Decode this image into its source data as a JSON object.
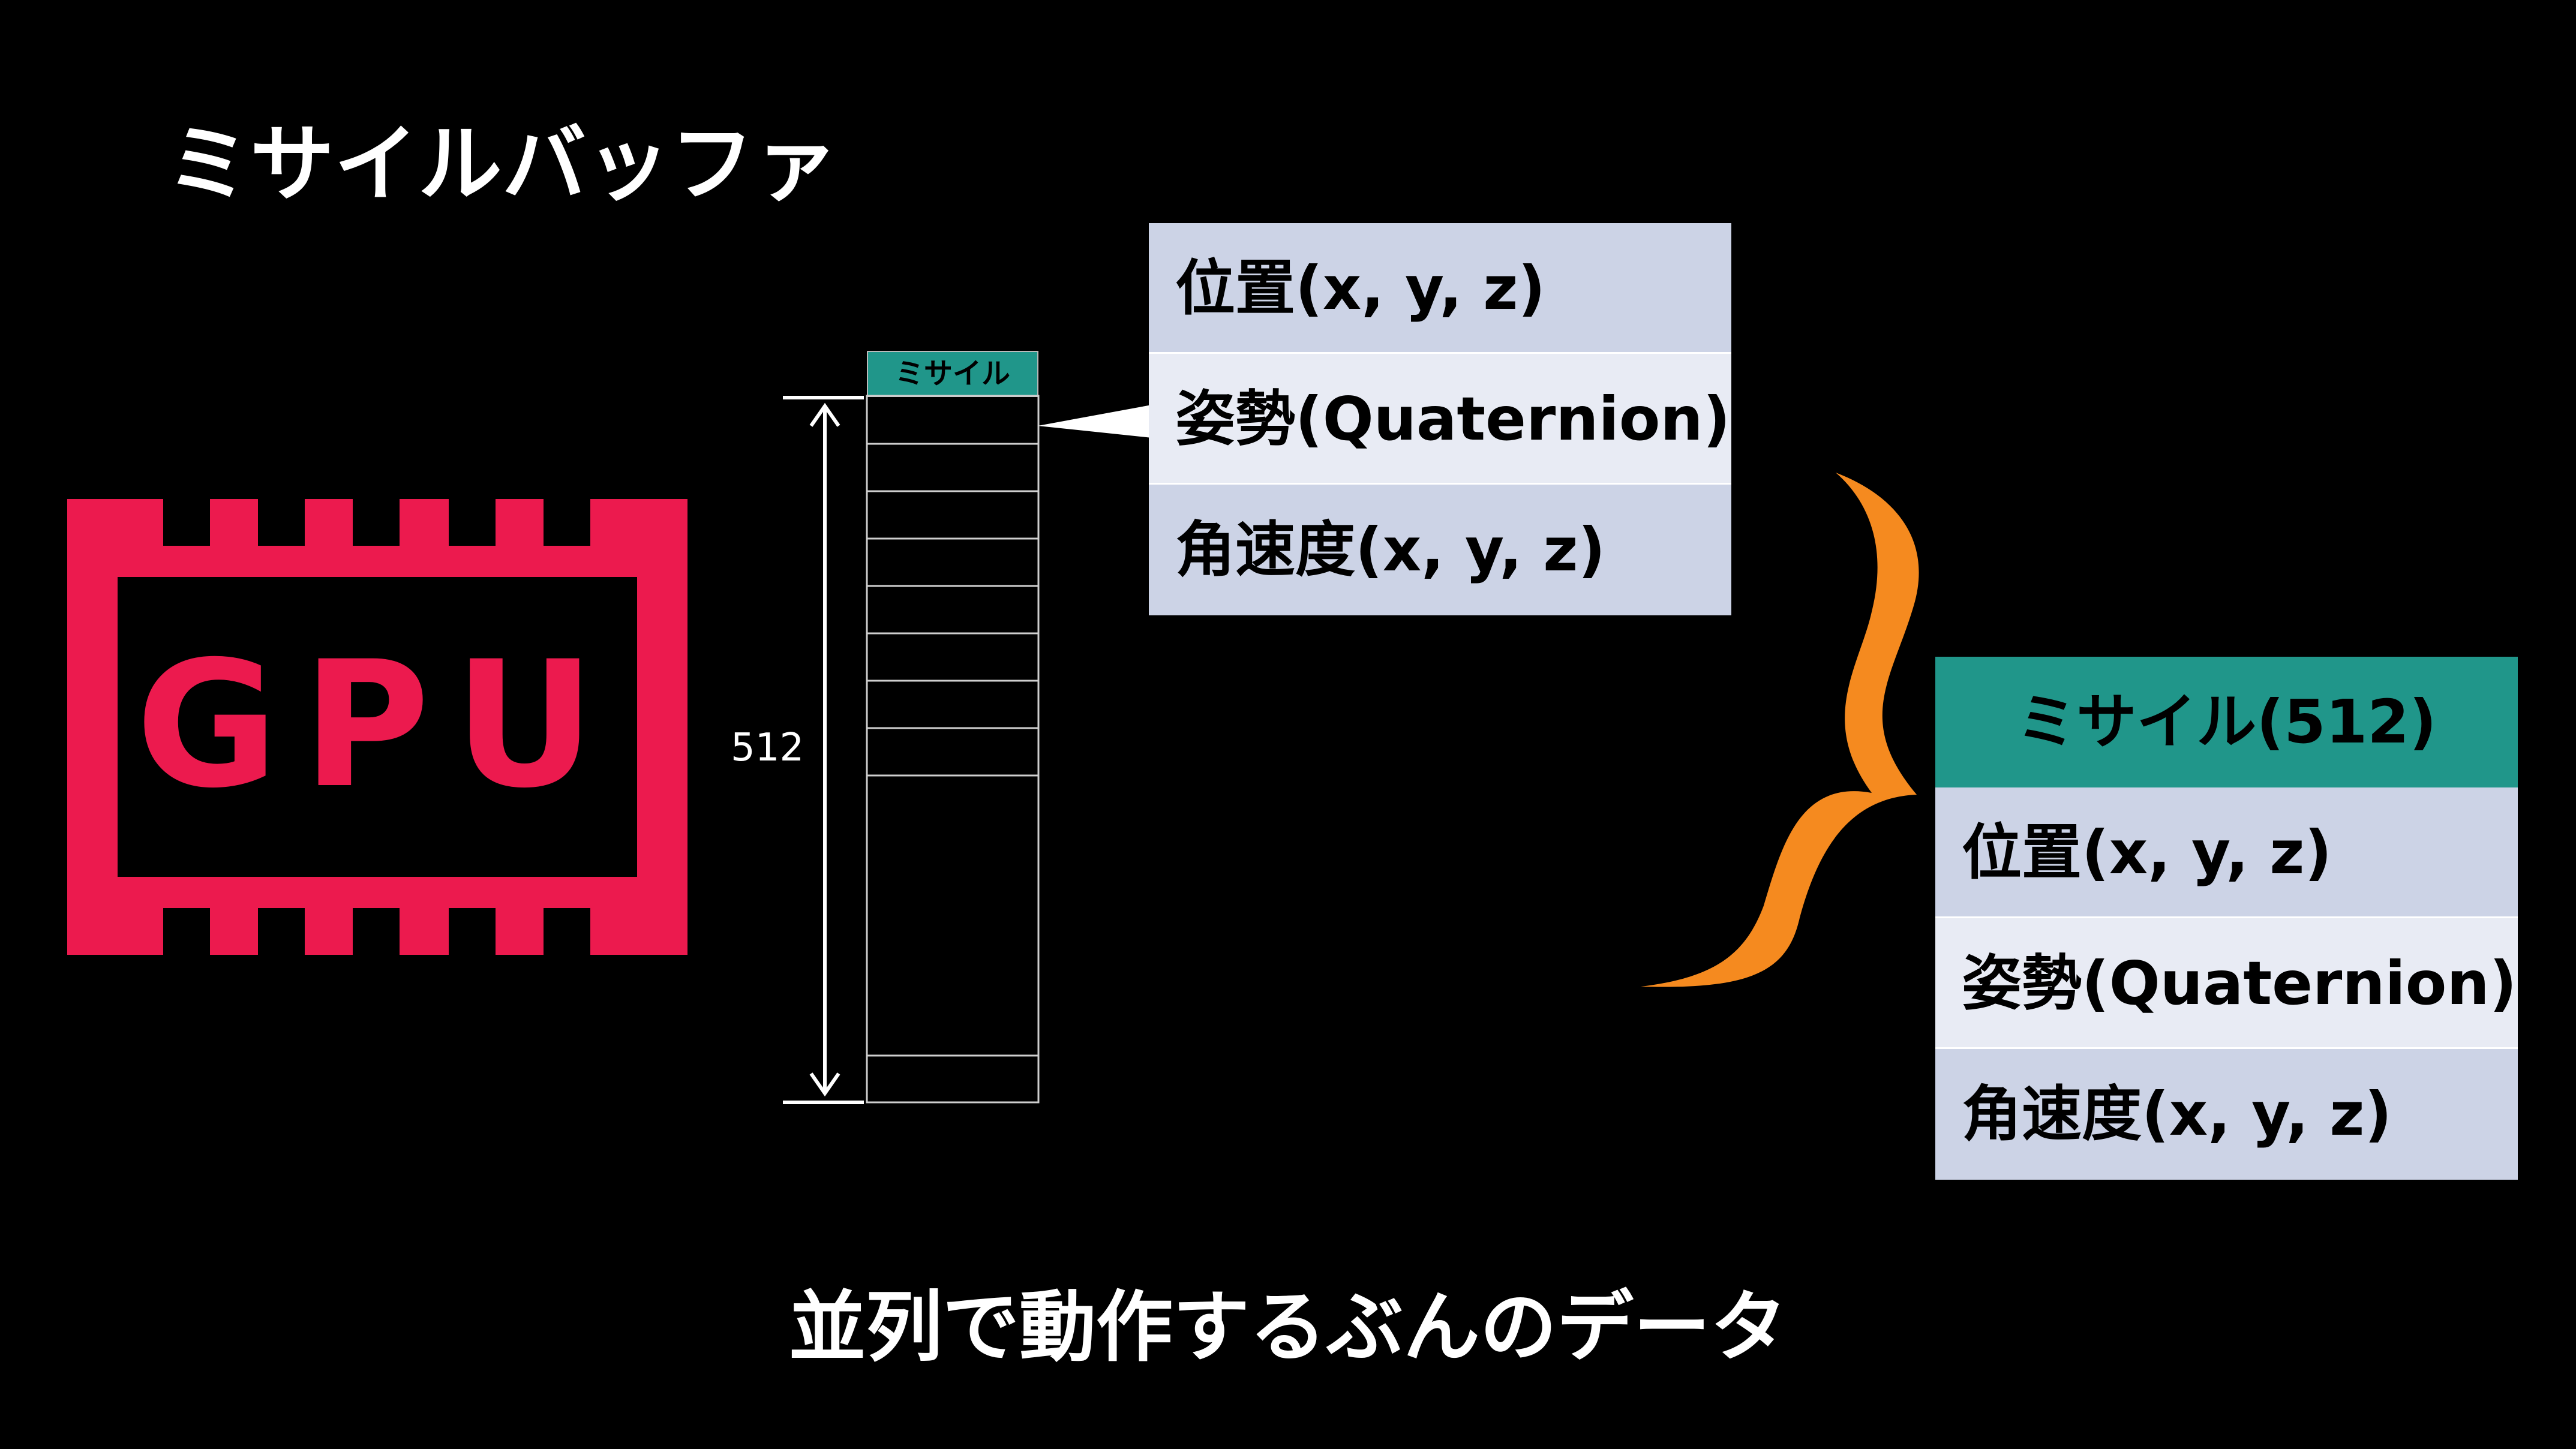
{
  "title": "ミサイルバッファ",
  "gpu": {
    "label": "GPU",
    "color": "#ec1a4e"
  },
  "buffer": {
    "header": "ミサイル",
    "count_label": "512",
    "header_color": "#20968a"
  },
  "struct_detail": {
    "fields": [
      "位置(x, y, z)",
      "姿勢(Quaternion)",
      "角速度(x, y, z)"
    ]
  },
  "soa_detail": {
    "header": "ミサイル(512)",
    "fields": [
      "位置(x, y, z)",
      "姿勢(Quaternion)",
      "角速度(x, y, z)"
    ]
  },
  "brace_color": "#f58a1f",
  "subtitle": "並列で動作するぶんのデータ"
}
